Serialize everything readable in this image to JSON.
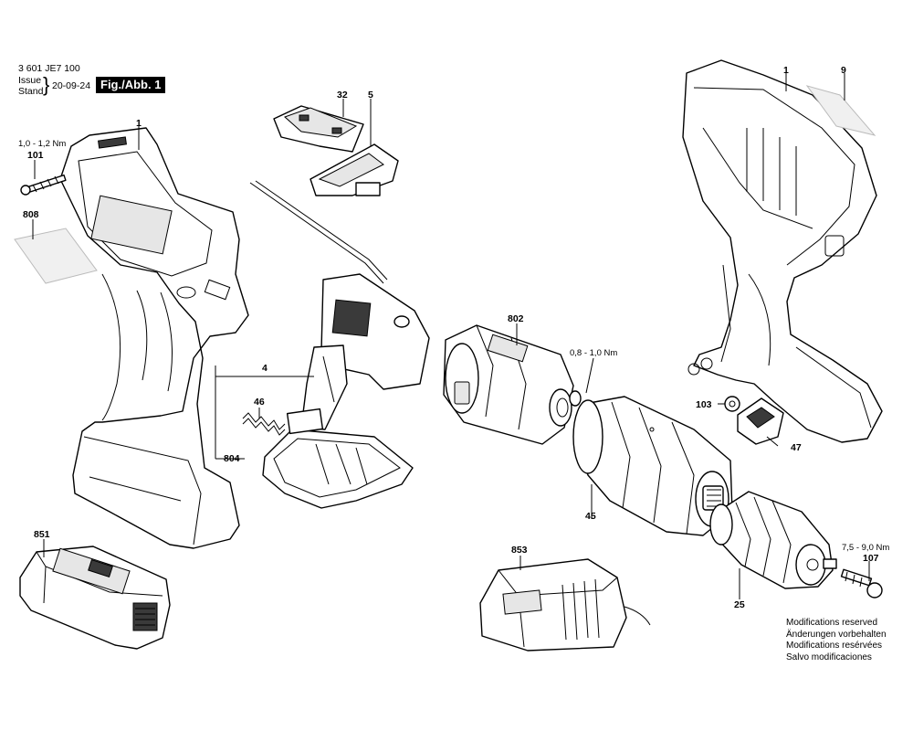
{
  "header": {
    "doc_number": "3 601 JE7 100",
    "issue_label": "Issue",
    "stand_label": "Stand",
    "date": "20-09-24",
    "figure_label": "Fig./Abb. 1"
  },
  "parts": {
    "p1_left": "1",
    "p1_right": "1",
    "p9": "9",
    "p32": "32",
    "p5": "5",
    "p101": "101",
    "p808": "808",
    "p4": "4",
    "p46": "46",
    "p804": "804",
    "p802": "802",
    "p103": "103",
    "p47": "47",
    "p45": "45",
    "p851": "851",
    "p853": "853",
    "p25": "25",
    "p107": "107"
  },
  "torques": {
    "t101": "1,0 - 1,2 Nm",
    "t802": "0,8 - 1,0 Nm",
    "t107": "7,5 - 9,0 Nm"
  },
  "modifications": [
    "Modifications reserved",
    "Änderungen vorbehalten",
    "Modifications resérvées",
    "Salvo modificaciones"
  ]
}
